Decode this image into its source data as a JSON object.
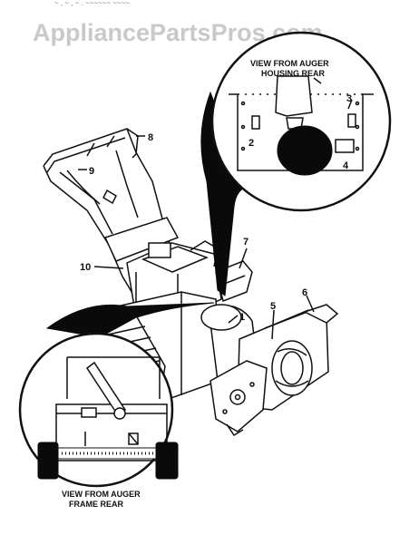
{
  "watermark": "AppliancePartsPros.com",
  "top_strip": "~ ,  ~  ,  ~ .  ~~~~~~ ~~~~",
  "inset_top": {
    "caption_line1": "VIEW FROM AUGER",
    "caption_line2": "HOUSING REAR",
    "callouts": [
      "2",
      "3",
      "4"
    ]
  },
  "inset_bottom": {
    "caption_line1": "VIEW FROM AUGER",
    "caption_line2": "FRAME REAR"
  },
  "main_callouts": [
    "1",
    "5",
    "6",
    "7",
    "8",
    "9",
    "10"
  ],
  "colors": {
    "ink": "#111111",
    "watermark": "#c9c9c9",
    "background": "#ffffff"
  }
}
